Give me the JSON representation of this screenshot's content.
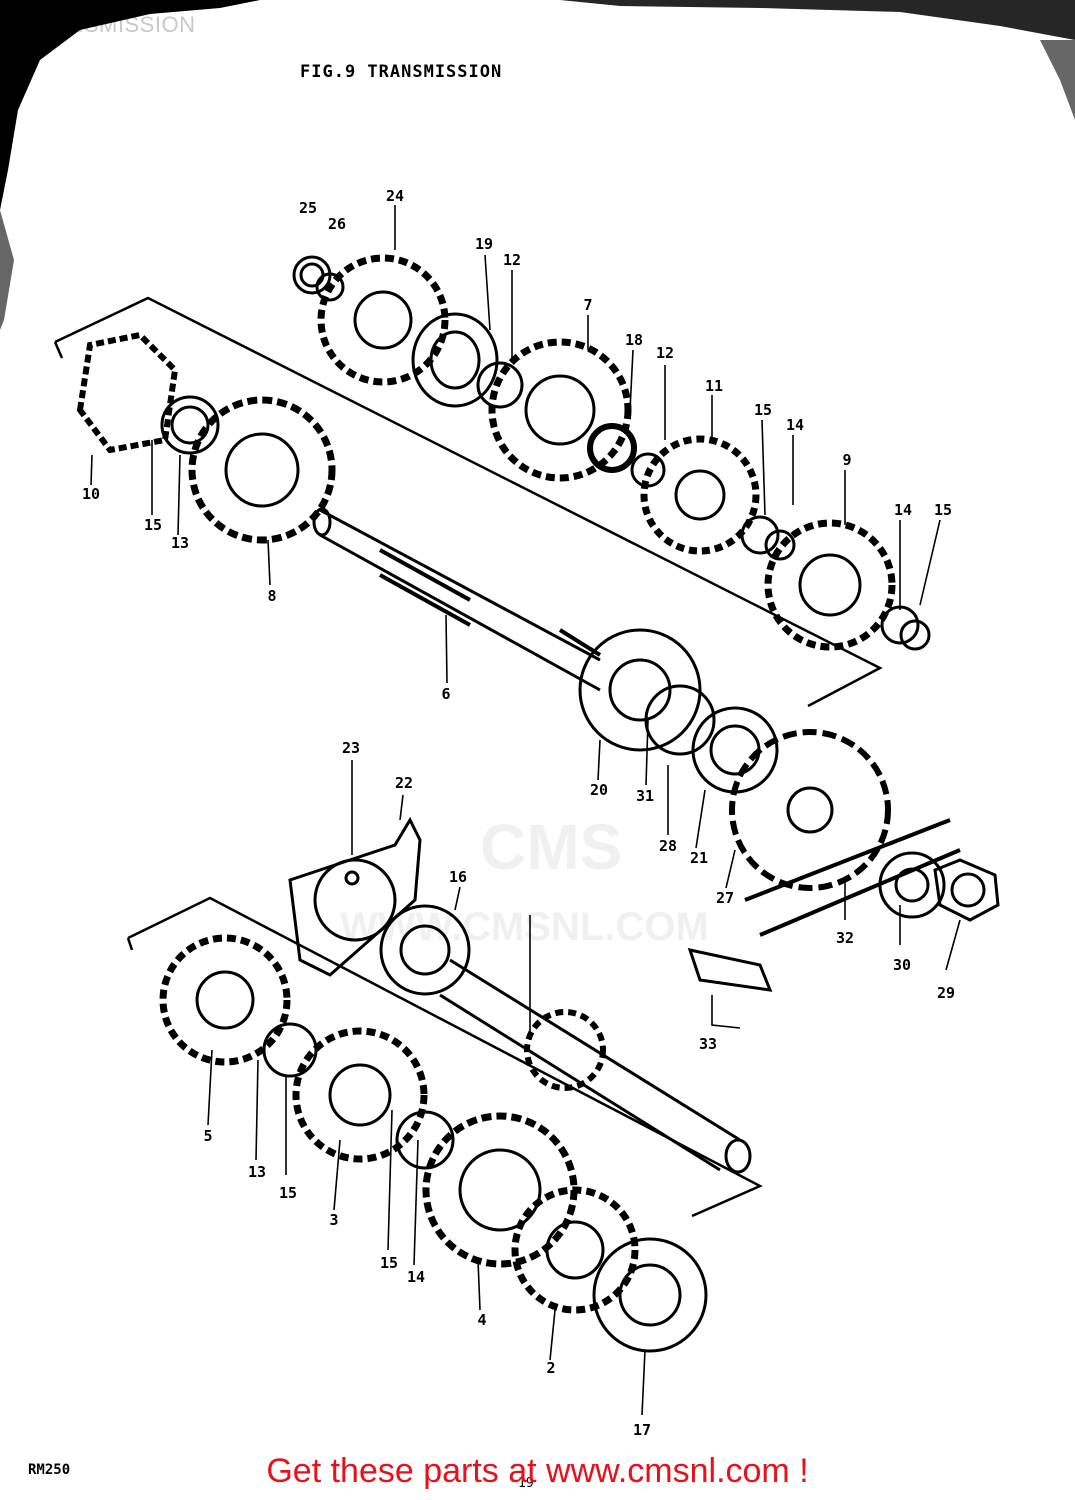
{
  "header": {
    "title": "TRANSMISSION"
  },
  "figure": {
    "title": "FIG.9 TRANSMISSION",
    "model": "RM250",
    "page": "19"
  },
  "watermark": {
    "logo": "CMS",
    "url": "WWW.CMSNL.COM"
  },
  "promo": {
    "text": "Get these parts at www.cmsnl.com !",
    "color": "#e8101b"
  },
  "callouts": [
    "25",
    "26",
    "24",
    "19",
    "12",
    "7",
    "18",
    "12",
    "11",
    "15",
    "14",
    "9",
    "14",
    "15",
    "10",
    "15",
    "13",
    "8",
    "6",
    "20",
    "31",
    "28",
    "21",
    "27",
    "32",
    "30",
    "29",
    "23",
    "22",
    "16",
    "33",
    "5",
    "13",
    "15",
    "3",
    "15",
    "14",
    "4",
    "2",
    "17"
  ]
}
